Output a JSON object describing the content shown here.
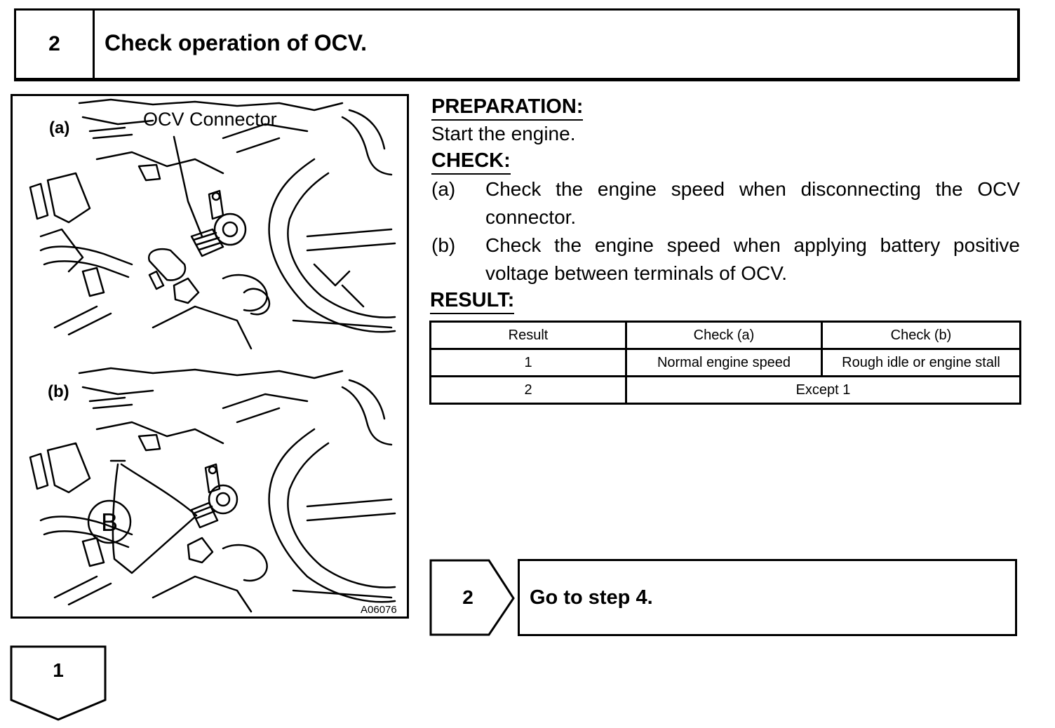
{
  "step": {
    "number": "2",
    "title": "Check operation of OCV."
  },
  "figure": {
    "label_a": "(a)",
    "label_b": "(b)",
    "connector_label": "OCV Connector",
    "battery_label": "B",
    "code": "A06076"
  },
  "preparation": {
    "heading": "PREPARATION:",
    "text": "Start the engine."
  },
  "check": {
    "heading": "CHECK:",
    "items": [
      {
        "label": "(a)",
        "text": "Check the engine speed when disconnecting the OCV connector."
      },
      {
        "label": "(b)",
        "text": "Check the engine speed when applying battery positive voltage between terminals of OCV."
      }
    ]
  },
  "result": {
    "heading": "RESULT:",
    "headers": [
      "Result",
      "Check (a)",
      "Check (b)"
    ],
    "row1": [
      "1",
      "Normal engine speed",
      "Rough idle or engine stall"
    ],
    "row2": [
      "2",
      "Except 1"
    ]
  },
  "branch": {
    "number": "2",
    "text": "Go to step 4."
  },
  "next": {
    "number": "1"
  }
}
